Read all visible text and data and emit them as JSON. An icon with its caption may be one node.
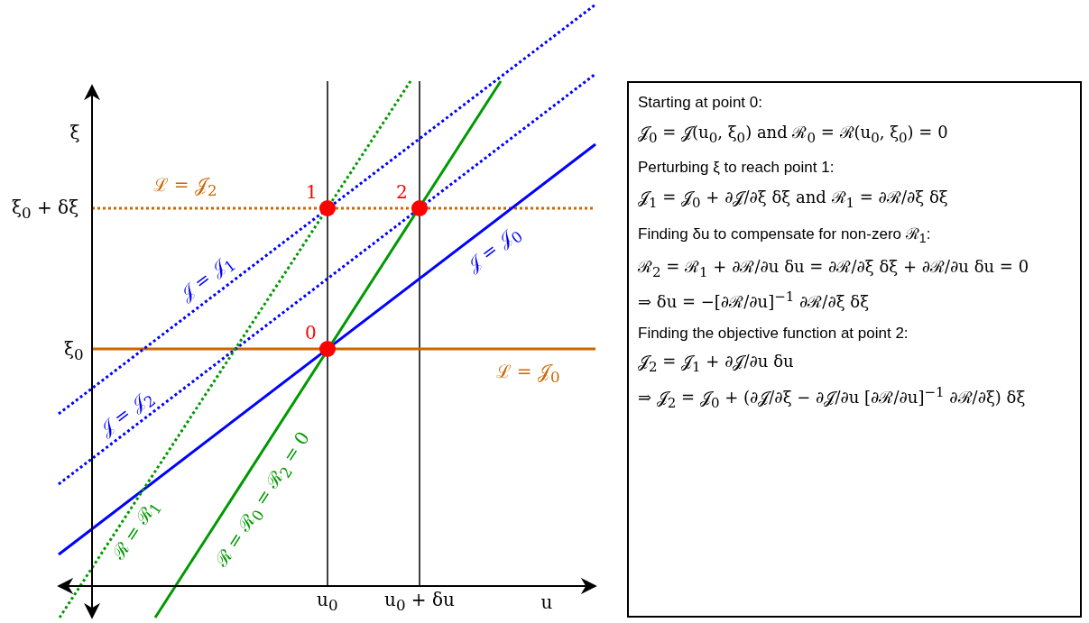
{
  "diagram": {
    "nodes": [
      {
        "text": [
          "Starting at point 0:",
          "𝒥$_{0}$ = 𝒥(u$_{0}$, ξ$_{0}$)    and    ℛ$_{0}$ = ℛ(u$_{0}$, ξ$_{0}$) = 0",
          "Perturbing ξ to reach point 1:",
          "𝒥$_{1}$ = 𝒥$_{0}$ + ∂𝒥/∂ξ δξ    and    ℛ$_{1}$ = ∂ℛ/∂ξ δξ",
          "Finding δu to compensate for non-zero ℛ$_{1}$:",
          "ℛ$_{2}$ = ℛ$_{1}$ + ∂ℛ/∂u δu = ∂ℛ/∂ξ δξ + ∂ℛ/∂u δu = 0",
          "⇒ δu = −[∂ℛ/∂u]$^{−1}$ ∂ℛ/∂ξ δξ",
          "Finding the objective function at point 2:",
          "𝒥$_{2}$ = 𝒥$_{1}$ + ∂𝒥/∂u δu",
          "⇒ 𝒥$_{2}$ = 𝒥$_{0}$ + (∂𝒥/∂ξ − ∂𝒥/∂u [∂ℛ/∂u]$^{−1}$ ∂ℛ/∂ξ) δξ"
        ]
      },
      {
        "text": [],
        "shape": "circle",
        "beside": [
          "1"
        ]
      },
      {
        "text": [],
        "shape": "circle",
        "beside": [
          "2"
        ]
      },
      {
        "text": [],
        "shape": "circle",
        "beside": [
          "0"
        ]
      }
    ],
    "edges": [],
    "labels": [
      "ξ",
      "ℒ = 𝒥$_{2}$",
      "ξ$_{0}$ + δξ",
      "𝒥 = 𝒥$_{0}$",
      "𝒥 = 𝒥$_{1}$",
      "ξ$_{0}$",
      "ℒ = 𝒥$_{0}$",
      "𝒥 = 𝒥$_{2}$",
      "ℛ = ℛ$_{0}$ = ℛ$_{2}$ = 0",
      "ℛ = ℛ$_{1}$",
      "u$_{0}$",
      "u$_{0}$ + δu",
      "u"
    ]
  }
}
